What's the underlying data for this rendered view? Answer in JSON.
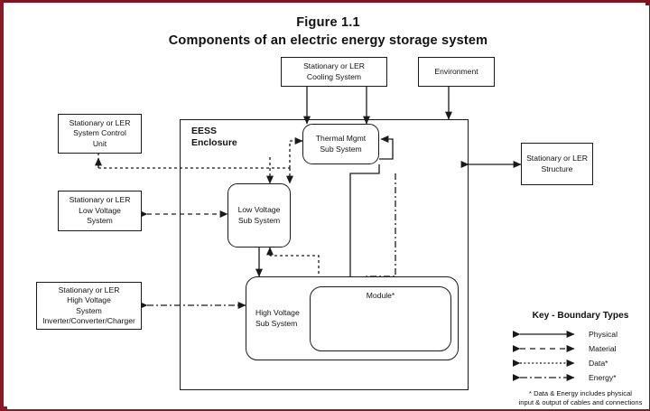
{
  "figure": {
    "title_line1": "Figure 1.1",
    "title_line2": "Components of an electric energy storage system"
  },
  "enclosure": {
    "label": "EESS\nEnclosure"
  },
  "external_boxes": {
    "cooling_system": "Stationary or LER\nCooling System",
    "environment": "Environment",
    "system_control_unit": "Stationary or LER\nSystem Control\nUnit",
    "low_voltage_system": "Stationary or LER\nLow Voltage\nSystem",
    "high_voltage_system": "Stationary or LER\nHigh Voltage\nSystem\nInverter/Converter/Charger",
    "structure": "Stationary or LER\nStructure"
  },
  "internal_boxes": {
    "thermal_mgmt": "Thermal Mgmt\nSub System",
    "low_voltage_sub": "Low Voltage\nSub System",
    "high_voltage_sub": "High Voltage\nSub System",
    "module": "Module*"
  },
  "legend": {
    "title": "Key - Boundary Types",
    "items": [
      {
        "label": "Physical",
        "style": "solid"
      },
      {
        "label": "Material",
        "style": "dashed"
      },
      {
        "label": "Data*",
        "style": "dotted"
      },
      {
        "label": "Energy*",
        "style": "dashdot"
      }
    ],
    "note": "* Data & Energy includes physical\ninput & output of cables and connections"
  },
  "watermark": "",
  "colors": {
    "frame": "#7e1420",
    "line": "#1a1a1a",
    "page": "#ffffff"
  }
}
